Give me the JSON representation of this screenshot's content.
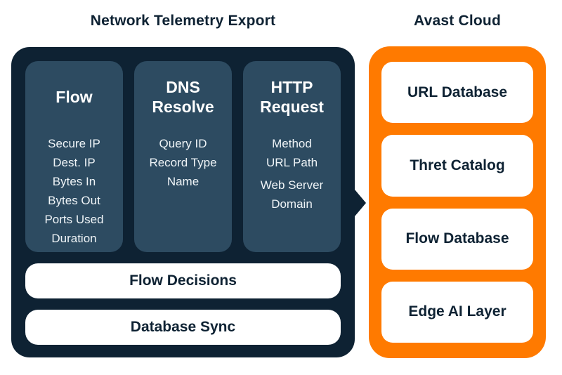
{
  "colors": {
    "navy_panel": "#0E2233",
    "navy_card": "#2D4B61",
    "orange_panel": "#FF7A00",
    "card_white": "#FFFFFF",
    "text_dark": "#0E2233",
    "text_light": "#FFFFFF"
  },
  "telemetry_panel": {
    "title": "Network Telemetry Export",
    "columns": [
      {
        "title": "Flow",
        "items": [
          "Secure IP",
          "Dest. IP",
          "Bytes In",
          "Bytes Out",
          "Ports Used",
          "Duration"
        ]
      },
      {
        "title": "DNS Resolve",
        "items": [
          "Query ID",
          "Record Type",
          "Name"
        ]
      },
      {
        "title": "HTTP Request",
        "items": [
          "Method",
          "URL Path",
          "Web Server Domain"
        ]
      }
    ],
    "bars": [
      {
        "label": "Flow Decisions"
      },
      {
        "label": "Database Sync"
      }
    ]
  },
  "cloud_panel": {
    "title": "Avast Cloud",
    "cards": [
      {
        "label": "URL Database"
      },
      {
        "label": "Thret Catalog"
      },
      {
        "label": "Flow Database"
      },
      {
        "label": "Edge AI Layer"
      }
    ]
  }
}
